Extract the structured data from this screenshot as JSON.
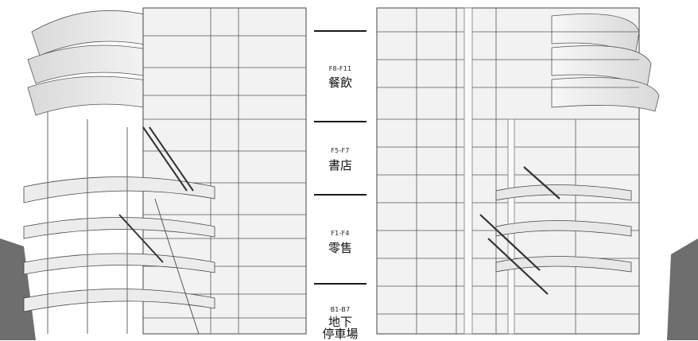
{
  "legend": {
    "sections": [
      {
        "code": "F8-F11",
        "label": "餐飲"
      },
      {
        "code": "F5-F7",
        "label": "書店"
      },
      {
        "code": "F1-F4",
        "label": "零售"
      },
      {
        "code": "B1-B7",
        "label": "地下",
        "label2": "停車場"
      }
    ]
  },
  "colors": {
    "background": "#ffffff",
    "slab": "#e9e9e9",
    "wall": "#f4f4f4",
    "line": "#3a3a3a",
    "separator": "#1a1a1a"
  }
}
